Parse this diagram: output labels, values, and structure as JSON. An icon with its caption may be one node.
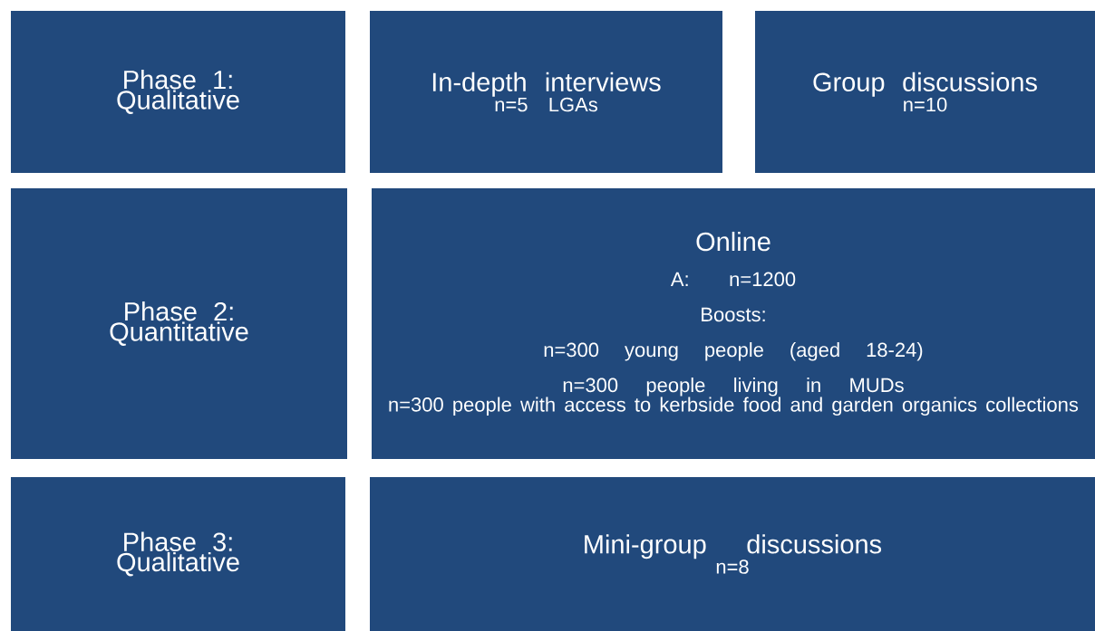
{
  "diagram": {
    "nodes": [
      {
        "text": [
          "Phase 1: Qualitative"
        ]
      },
      {
        "text": [
          "In-depth interviews",
          "n=5 LGAs"
        ]
      },
      {
        "text": [
          "Group discussions",
          "n=10"
        ]
      },
      {
        "text": [
          "Phase 2: Quantitative"
        ]
      },
      {
        "text": [
          "Online",
          "A: n=1200",
          "Boosts:",
          "n=300 young people (aged 18-24)",
          "n=300 people living in MUDs",
          "n=300 people with access to kerbside food and garden organics collections"
        ]
      },
      {
        "text": [
          "Phase 3: Qualitative"
        ]
      },
      {
        "text": [
          "Mini-group discussions",
          "n=8"
        ]
      }
    ]
  }
}
